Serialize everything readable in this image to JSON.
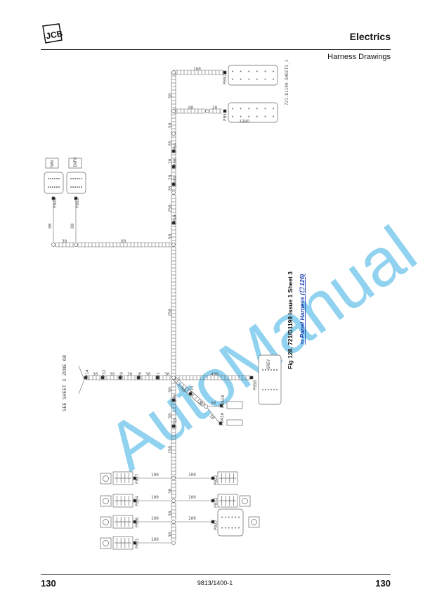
{
  "header": {
    "brand": "JCB",
    "section": "Electrics",
    "subsection": "Harness Drawings"
  },
  "drawing": {
    "drawing_ref": "721-D1199-SHEET3_1",
    "see_note": "SEE SHEET 3 ZONE 6B",
    "connectors": {
      "p052": "P052",
      "p051": "P051",
      "p051_color": "GREY",
      "p026": "P026",
      "p053": "P053",
      "p026_tag": "SWV",
      "p053_tag": "INFO",
      "p050": "P050",
      "p050_color": "GREY",
      "p041b": "P041B",
      "p041a": "P041A",
      "p017": "P017",
      "p022": "P022",
      "p034": "P034",
      "p032": "P032",
      "p036": "P036",
      "p037": "P037",
      "p033": "P033"
    },
    "splices": {
      "sp54": "SP54",
      "sp50": "SP50",
      "sp49": "SP49",
      "sp10": "SP10",
      "sp14": "SP14",
      "sp32": "SP32",
      "sp9": "SP9",
      "sp6": "SP6",
      "sp7": "SP7",
      "sp13": "SP13",
      "sp5": "SP5",
      "sp15": "SP15"
    },
    "lengths": {
      "top_h": "100",
      "top_v": "50",
      "p051_a": "80",
      "p051_b": "20",
      "v2": "50",
      "v3": "20",
      "v4": "20",
      "v5": "20",
      "v6": "20",
      "v7": "250",
      "v8": "50",
      "left_a": "30",
      "left_b": "60",
      "p026_v": "80",
      "p053_v": "80",
      "trunk": "250",
      "sp_a": "30",
      "sp_b": "30",
      "sp_c": "30",
      "sp_d": "30",
      "sp_e": "30",
      "p050": "400",
      "diag_a": "50",
      "diag_b": "50",
      "p041b": "30",
      "p041a": "50",
      "sp5": "50",
      "sp15": "50",
      "low": "150",
      "r1l": "100",
      "r1r": "100",
      "g1": "30",
      "r2l": "100",
      "r2r": "100",
      "g2": "30",
      "r3l": "100",
      "r3r": "100",
      "g3": "30",
      "r4l": "100"
    }
  },
  "caption": {
    "figure": "Fig 128. 721/D1199 Issue 1 Sheet 3",
    "link": "⇨ Panel Harness (☐ 126)"
  },
  "watermark": "AutoManual",
  "footer": {
    "page_left": "130",
    "doc_code": "9813/1400-1",
    "page_right": "130"
  },
  "colors": {
    "watermark": "#6cc4ea",
    "link": "#1a3fb0"
  }
}
